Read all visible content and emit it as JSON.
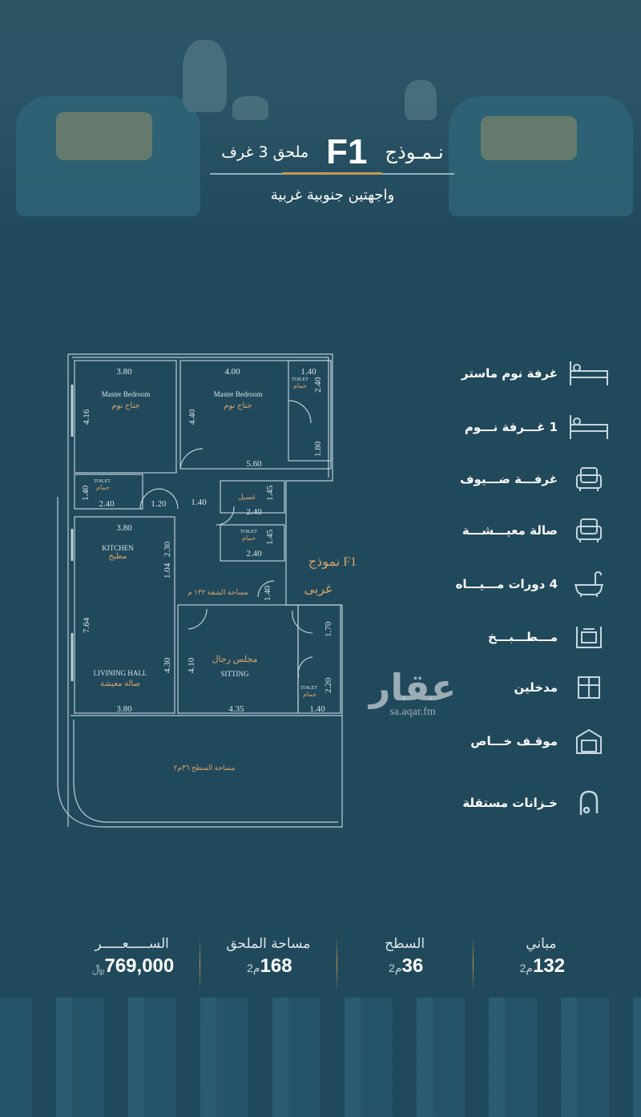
{
  "header": {
    "model_label": "نـمـوذج",
    "model_code": "F1",
    "annex_label": "ملحق 3 غرف",
    "subtitle": "واجهتين جنوبية غربية"
  },
  "plan": {
    "dims": [
      "3.80",
      "4.00",
      "1.40",
      "2.40",
      "4.16",
      "4.40",
      "1.80",
      "5.60",
      "1.40",
      "2.40",
      "1.20",
      "1.40",
      "2.40",
      "1.45",
      "3.80",
      "2.30",
      "2.40",
      "1.45",
      "1.04",
      "1.40",
      "7.64",
      "4.30",
      "4.10",
      "1.70",
      "2.20",
      "3.80",
      "4.35",
      "1.40"
    ],
    "rooms": {
      "mb1_en": "Master Bedroom",
      "mb1_ar": "جناح نوم",
      "mb2_en": "Master Bedroom",
      "mb2_ar": "جناح نوم",
      "toilet_en": "TOILET",
      "toilet_ar": "حمام",
      "laundry_ar": "غسيل",
      "kitchen_en": "KITCHEN",
      "kitchen_ar": "مطبخ",
      "living_en": "LIVINING HALL",
      "living_ar": "صالة معيشة",
      "sitting_ar": "مجلس رجال",
      "sitting_en": "SITTING",
      "flat_area": "مساحة الشقة ١٣٢ م",
      "roof_area": "مساحة السطح ٣٦م٢",
      "model_tag": "نموذج F1",
      "facing": "غربى"
    }
  },
  "features": [
    {
      "label": "غرفة نوم ماستر",
      "icon": "bed-icon"
    },
    {
      "label": "1 غـــرفة نـــوم",
      "icon": "bed-icon"
    },
    {
      "label": "غرفـــة ضـــيوف",
      "icon": "armchair-icon"
    },
    {
      "label": "صالة معيـــشـــة",
      "icon": "armchair-icon"
    },
    {
      "label": "4 دورات مـــيـــاه",
      "icon": "bathtub-icon"
    },
    {
      "label": "مـــطـــبـــخ",
      "icon": "oven-icon"
    },
    {
      "label": "مدخلين",
      "icon": "window-icon"
    },
    {
      "label": "موقـف خـــاص",
      "icon": "garage-icon"
    },
    {
      "label": "خـزانات مستقلة",
      "icon": "faucet-icon"
    }
  ],
  "watermark": {
    "logo": "عقار",
    "url": "sa.aqar.fm"
  },
  "stats": [
    {
      "label": "مباني",
      "value": "132",
      "unit": "م2"
    },
    {
      "label": "السطح",
      "value": "36",
      "unit": "م2"
    },
    {
      "label": "مساحة الملحق",
      "value": "168",
      "unit": "م2"
    },
    {
      "label": "الســـــعـــــر",
      "value": "769,000",
      "unit": "﷼"
    }
  ],
  "colors": {
    "background": "#21495c",
    "accent_gold": "#c49a52",
    "plan_label": "#d9a56a",
    "plan_line": "#b9cdd8"
  }
}
